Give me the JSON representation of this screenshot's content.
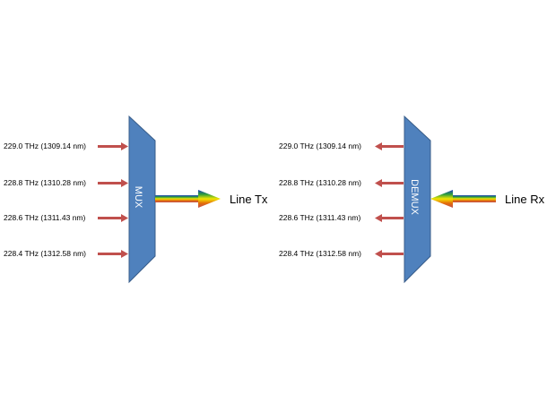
{
  "diagram": {
    "mux": {
      "label": "MUX",
      "fill": "#4f81bd",
      "stroke": "#385d8a",
      "channels": [
        {
          "label": "229.0 THz  (1309.14 nm)"
        },
        {
          "label": "228.8 THz  (1310.28 nm)"
        },
        {
          "label": "228.6 THz  (1311.43 nm)"
        },
        {
          "label": "228.4 THz  (1312.58 nm)"
        }
      ],
      "output_label": "Line Tx"
    },
    "demux": {
      "label": "DEMUX",
      "fill": "#4f81bd",
      "stroke": "#385d8a",
      "channels": [
        {
          "label": "229.0 THz  (1309.14 nm)"
        },
        {
          "label": "228.8 THz  (1310.28 nm)"
        },
        {
          "label": "228.6 THz  (1311.43 nm)"
        },
        {
          "label": "228.4 THz  (1312.58 nm)"
        }
      ],
      "input_label": "Line Rx"
    },
    "colors": {
      "channel_arrow": "#c0504d",
      "rainbow": [
        "#1f3fbf",
        "#2e9e3c",
        "#f2e600",
        "#e36c0a",
        "#c0504d"
      ]
    }
  }
}
